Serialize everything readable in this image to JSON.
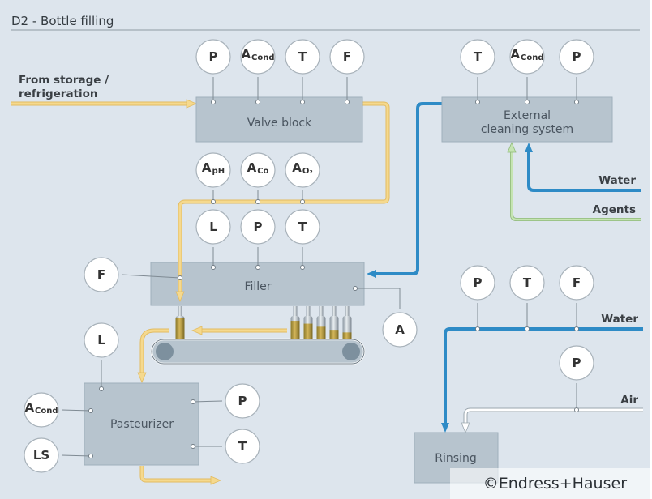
{
  "title": "D2 - Bottle filling",
  "colors": {
    "background": "#dde5ed",
    "box_fill": "#b7c4ce",
    "box_stroke": "#9fb0bc",
    "product_pipe": "#f5d98e",
    "product_pipe_edge": "#e2bb60",
    "water_pipe": "#2e8bc6",
    "agents_pipe": "#b9dca4",
    "air_pipe": "#ffffff",
    "sensor_fill": "#ffffff",
    "sensor_stroke": "#a8b2ba",
    "signal_line": "#7f8a93"
  },
  "external_labels": {
    "from_storage_line1": "From storage /",
    "from_storage_line2": "refrigeration",
    "water_cleaning": "Water",
    "agents": "Agents",
    "water_rinsing": "Water",
    "air": "Air"
  },
  "units": {
    "valve_block": {
      "label": "Valve block",
      "sensors": [
        {
          "main": "P",
          "sub": ""
        },
        {
          "main": "A",
          "sub": "Cond"
        },
        {
          "main": "T",
          "sub": ""
        },
        {
          "main": "F",
          "sub": ""
        }
      ]
    },
    "cleaning": {
      "label_line1": "External",
      "label_line2": "cleaning system",
      "sensors": [
        {
          "main": "T",
          "sub": ""
        },
        {
          "main": "A",
          "sub": "Cond"
        },
        {
          "main": "P",
          "sub": ""
        }
      ]
    },
    "analysis_sensors": [
      {
        "main": "A",
        "sub": "pH"
      },
      {
        "main": "A",
        "sub": "Co"
      },
      {
        "main": "A",
        "sub": "O₂"
      }
    ],
    "filler": {
      "label": "Filler",
      "sensors_top": [
        {
          "main": "L",
          "sub": ""
        },
        {
          "main": "P",
          "sub": ""
        },
        {
          "main": "T",
          "sub": ""
        }
      ],
      "sensor_left": {
        "main": "F",
        "sub": ""
      },
      "sensor_right": {
        "main": "A",
        "sub": ""
      }
    },
    "pasteurizer": {
      "label": "Pasteurizer",
      "sensor_top": {
        "main": "L",
        "sub": ""
      },
      "sensors_left": [
        {
          "main": "A",
          "sub": "Cond"
        },
        {
          "main": "LS",
          "sub": ""
        }
      ],
      "sensors_right": [
        {
          "main": "P",
          "sub": ""
        },
        {
          "main": "T",
          "sub": ""
        }
      ]
    },
    "rinsing": {
      "label": "Rinsing",
      "water_sensors": [
        {
          "main": "P",
          "sub": ""
        },
        {
          "main": "T",
          "sub": ""
        },
        {
          "main": "F",
          "sub": ""
        }
      ],
      "air_sensor": {
        "main": "P",
        "sub": ""
      }
    }
  },
  "bottles": {
    "fill_levels": [
      1.0,
      0.85,
      0.72,
      0.58,
      0.44,
      0.32
    ]
  },
  "copyright": "©Endress+Hauser"
}
